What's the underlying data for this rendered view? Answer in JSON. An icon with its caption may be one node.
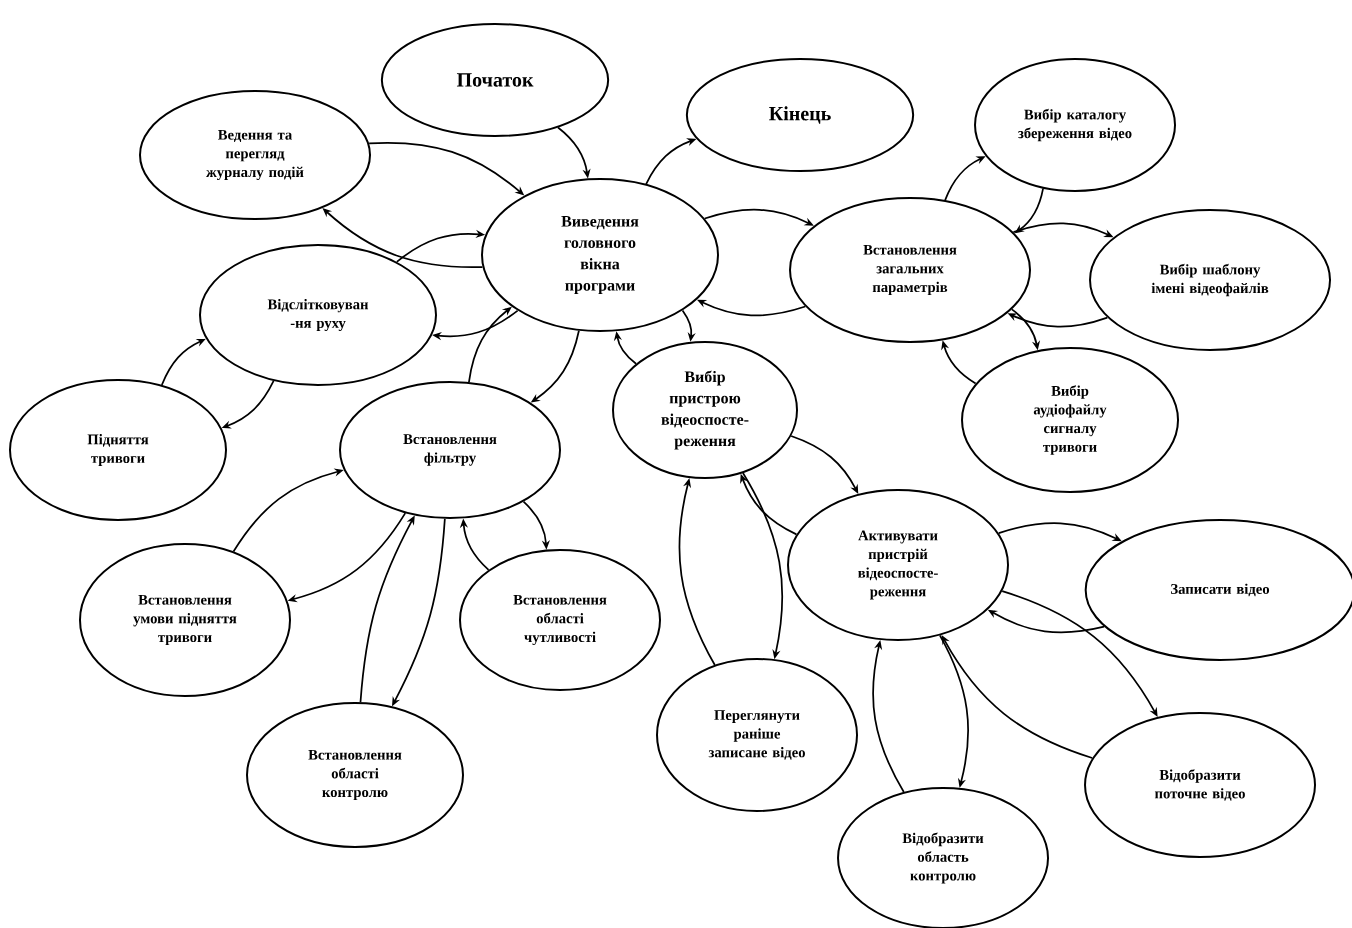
{
  "diagram": {
    "nodes": [
      {
        "text": [
          "Початок"
        ]
      },
      {
        "text": [
          "Кінець"
        ]
      },
      {
        "text": [
          "Ведення та перегляд журналу подій"
        ]
      },
      {
        "text": [
          "Вибір каталогу збереження відео"
        ]
      },
      {
        "text": [
          "Виведення головного вікна програми"
        ]
      },
      {
        "text": [
          "Встановлення загальних параметрів"
        ]
      },
      {
        "text": [
          "Вибір шаблону імені відеофайлів"
        ]
      },
      {
        "text": [
          "Відслітковуван -ня руху"
        ]
      },
      {
        "text": [
          "Вибір пристрою відеоспосте- реження"
        ]
      },
      {
        "text": [
          "Вибір аудіофайлу сигналу тривоги"
        ]
      },
      {
        "text": [
          "Підняття тривоги"
        ]
      },
      {
        "text": [
          "Встановлення фільтру"
        ]
      },
      {
        "text": [
          "Активувати пристрій відеоспосте- реження"
        ]
      },
      {
        "text": [
          "Встановлення умови підняття тривоги"
        ]
      },
      {
        "text": [
          "Встановлення області чутливості"
        ]
      },
      {
        "text": [
          "Записати відео"
        ]
      },
      {
        "text": [
          "Переглянути раніше записане відео"
        ]
      },
      {
        "text": [
          "Встановлення області контролю"
        ]
      },
      {
        "text": [
          "Відобразити поточне відео"
        ]
      },
      {
        "text": [
          "Відобразити область контролю"
        ]
      }
    ],
    "edges": [
      {
        "from": 0,
        "to": 4,
        "arrow": "to"
      },
      {
        "from": 4,
        "to": 1,
        "arrow": "to"
      },
      {
        "from": 4,
        "to": 2,
        "arrow": "to"
      },
      {
        "from": 2,
        "to": 4,
        "arrow": "to"
      },
      {
        "from": 4,
        "to": 5,
        "arrow": "to"
      },
      {
        "from": 5,
        "to": 4,
        "arrow": "to"
      },
      {
        "from": 7,
        "to": 4,
        "arrow": "to"
      },
      {
        "from": 4,
        "to": 7,
        "arrow": "to"
      },
      {
        "from": 11,
        "to": 4,
        "arrow": "to"
      },
      {
        "from": 4,
        "to": 11,
        "arrow": "to"
      },
      {
        "from": 4,
        "to": 8,
        "arrow": "to"
      },
      {
        "from": 8,
        "to": 4,
        "arrow": "to"
      },
      {
        "from": 5,
        "to": 3,
        "arrow": "to"
      },
      {
        "from": 3,
        "to": 5,
        "arrow": "to"
      },
      {
        "from": 5,
        "to": 6,
        "arrow": "to"
      },
      {
        "from": 6,
        "to": 5,
        "arrow": "to"
      },
      {
        "from": 5,
        "to": 9,
        "arrow": "to"
      },
      {
        "from": 9,
        "to": 5,
        "arrow": "to"
      },
      {
        "from": 10,
        "to": 7,
        "arrow": "to"
      },
      {
        "from": 7,
        "to": 10,
        "arrow": "to"
      },
      {
        "from": 13,
        "to": 11,
        "arrow": "to"
      },
      {
        "from": 11,
        "to": 13,
        "arrow": "to"
      },
      {
        "from": 11,
        "to": 14,
        "arrow": "to"
      },
      {
        "from": 14,
        "to": 11,
        "arrow": "to"
      },
      {
        "from": 17,
        "to": 11,
        "arrow": "to"
      },
      {
        "from": 11,
        "to": 17,
        "arrow": "to"
      },
      {
        "from": 8,
        "to": 12,
        "arrow": "to"
      },
      {
        "from": 12,
        "to": 8,
        "arrow": "to"
      },
      {
        "from": 16,
        "to": 8,
        "arrow": "to"
      },
      {
        "from": 8,
        "to": 16,
        "arrow": "to"
      },
      {
        "from": 12,
        "to": 15,
        "arrow": "to"
      },
      {
        "from": 15,
        "to": 12,
        "arrow": "to"
      },
      {
        "from": 12,
        "to": 18,
        "arrow": "to"
      },
      {
        "from": 18,
        "to": 12,
        "arrow": "to"
      },
      {
        "from": 19,
        "to": 12,
        "arrow": "to"
      },
      {
        "from": 12,
        "to": 19,
        "arrow": "to"
      }
    ]
  }
}
